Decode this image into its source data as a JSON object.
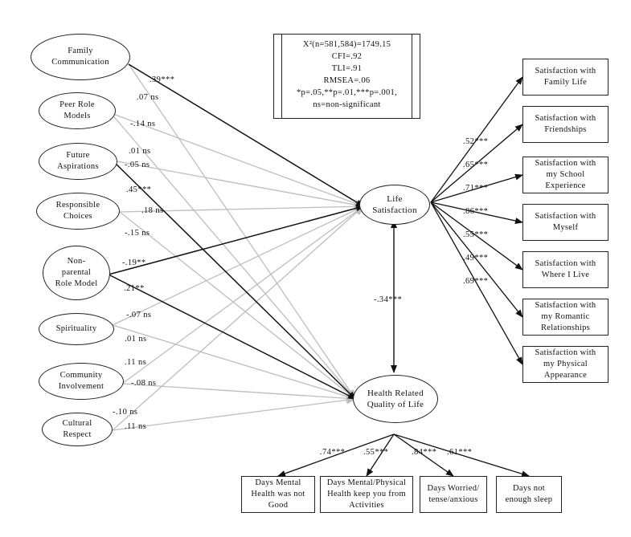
{
  "predictors": [
    {
      "id": "family",
      "label": "Family\nCommunication"
    },
    {
      "id": "peer",
      "label": "Peer Role\nModels"
    },
    {
      "id": "future",
      "label": "Future\nAspirations"
    },
    {
      "id": "responsible",
      "label": "Responsible\nChoices"
    },
    {
      "id": "nonparental",
      "label": "Non-\nparental\nRole Model"
    },
    {
      "id": "spirituality",
      "label": "Spirituality"
    },
    {
      "id": "community",
      "label": "Community\nInvolvement"
    },
    {
      "id": "cultural",
      "label": "Cultural\nRespect"
    }
  ],
  "outcomes": {
    "life": "Life\nSatisfaction",
    "hrqol": "Health Related\nQuality of Life"
  },
  "indicators_life": [
    "Satisfaction with\nFamily Life",
    "Satisfaction with\nFriendships",
    "Satisfaction with\nmy School\nExperience",
    "Satisfaction with\nMyself",
    "Satisfaction with\nWhere I Live",
    "Satisfaction with\nmy Romantic\nRelationships",
    "Satisfaction with\nmy Physical\nAppearance"
  ],
  "indicators_hrqol": [
    "Days Mental\nHealth was not\nGood",
    "Days Mental/Physical\nHealth keep you from\nActivities",
    "Days Worried/\ntense/anxious",
    "Days not\nenough sleep"
  ],
  "fit": {
    "chi": "X²(n=581,584)=1749.15",
    "cfi": "CFI=.92",
    "tli": "TLI=.91",
    "rmsea": "RMSEA=.06",
    "sig": "*p=.05,**p=.01,***p=.001,",
    "ns": "ns=non-significant"
  },
  "paths_life": [
    {
      "from": "family",
      "coef": ".39***",
      "significant": true
    },
    {
      "from": "peer",
      "coef": "-.14 ns",
      "significant": false
    },
    {
      "from": "future",
      "coef": "-.05 ns",
      "significant": false
    },
    {
      "from": "responsible",
      "coef": ".18 ns",
      "significant": false
    },
    {
      "from": "nonparental",
      "coef": "-.19**",
      "significant": true
    },
    {
      "from": "spirituality",
      "coef": "-.07 ns",
      "significant": false
    },
    {
      "from": "community",
      "coef": ".11 ns",
      "significant": false
    },
    {
      "from": "cultural",
      "coef": "-.10 ns",
      "significant": false
    }
  ],
  "paths_hrqol": [
    {
      "from": "family",
      "coef": ".07 ns",
      "significant": false
    },
    {
      "from": "peer",
      "coef": ".01 ns",
      "significant": false
    },
    {
      "from": "future",
      "coef": ".45***",
      "significant": true
    },
    {
      "from": "responsible",
      "coef": "-.15 ns",
      "significant": false
    },
    {
      "from": "nonparental",
      "coef": ".21**",
      "significant": true
    },
    {
      "from": "spirituality",
      "coef": ".01 ns",
      "significant": false
    },
    {
      "from": "community",
      "coef": "-.08 ns",
      "significant": false
    },
    {
      "from": "cultural",
      "coef": ".11 ns",
      "significant": false
    }
  ],
  "loadings_life": [
    ".52***",
    ".65***",
    ".71***",
    ".86***",
    ".55***",
    ".49***",
    ".69***"
  ],
  "loadings_hrqol": [
    ".74***",
    ".55***",
    ".84***",
    ".61***"
  ],
  "correlation": "-.34***",
  "colors": {
    "significant": "#111111",
    "nonsignificant": "#bdbdbd"
  }
}
